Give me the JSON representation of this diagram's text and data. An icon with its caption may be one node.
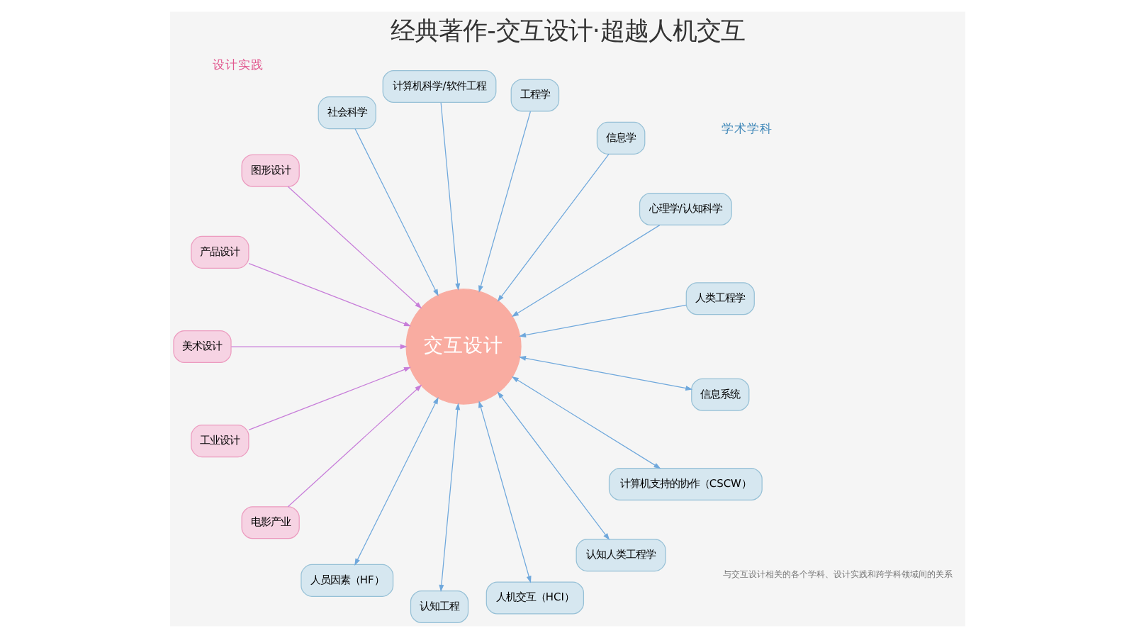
{
  "diagram": {
    "title": "经典著作-交互设计·超越人机交互",
    "caption": "与交互设计相关的各个学科、设计实践和跨学科领域间的关系",
    "nodes": [
      {
        "text": [
          "交互设计"
        ]
      },
      {
        "text": [
          "人类工程学"
        ]
      },
      {
        "text": [
          "心理学/认知科学"
        ]
      },
      {
        "text": [
          "信息学"
        ]
      },
      {
        "text": [
          "工程学"
        ]
      },
      {
        "text": [
          "计算机科学/软件工程"
        ]
      },
      {
        "text": [
          "社会科学"
        ]
      },
      {
        "text": [
          "图形设计"
        ]
      },
      {
        "text": [
          "产品设计"
        ]
      },
      {
        "text": [
          "美术设计"
        ]
      },
      {
        "text": [
          "工业设计"
        ]
      },
      {
        "text": [
          "电影产业"
        ]
      },
      {
        "text": [
          "人员因素（HF）"
        ]
      },
      {
        "text": [
          "认知工程"
        ]
      },
      {
        "text": [
          "人机交互（HCI）"
        ]
      },
      {
        "text": [
          "认知人类工程学"
        ]
      },
      {
        "text": [
          "计算机支持的协作（CSCW）"
        ]
      },
      {
        "text": [
          "信息系统"
        ]
      }
    ],
    "edges": [
      {
        "from": 1,
        "to": 0,
        "arrow": "to"
      },
      {
        "from": 2,
        "to": 0,
        "arrow": "to"
      },
      {
        "from": 3,
        "to": 0,
        "arrow": "to"
      },
      {
        "from": 4,
        "to": 0,
        "arrow": "to"
      },
      {
        "from": 5,
        "to": 0,
        "arrow": "to"
      },
      {
        "from": 6,
        "to": 0,
        "arrow": "to"
      },
      {
        "from": 7,
        "to": 0,
        "arrow": "to",
        "color": "#c77dd9"
      },
      {
        "from": 8,
        "to": 0,
        "arrow": "to",
        "color": "#c77dd9"
      },
      {
        "from": 9,
        "to": 0,
        "arrow": "to",
        "color": "#c77dd9"
      },
      {
        "from": 10,
        "to": 0,
        "arrow": "to",
        "color": "#c77dd9"
      },
      {
        "from": 11,
        "to": 0,
        "arrow": "to",
        "color": "#c77dd9"
      },
      {
        "from": 12,
        "to": 0,
        "arrow": "both"
      },
      {
        "from": 13,
        "to": 0,
        "arrow": "both"
      },
      {
        "from": 14,
        "to": 0,
        "arrow": "both"
      },
      {
        "from": 15,
        "to": 0,
        "arrow": "both"
      },
      {
        "from": 16,
        "to": 0,
        "arrow": "both"
      },
      {
        "from": 17,
        "to": 0,
        "arrow": "both"
      }
    ],
    "labels": [
      "学术学科",
      "设计实践"
    ]
  }
}
